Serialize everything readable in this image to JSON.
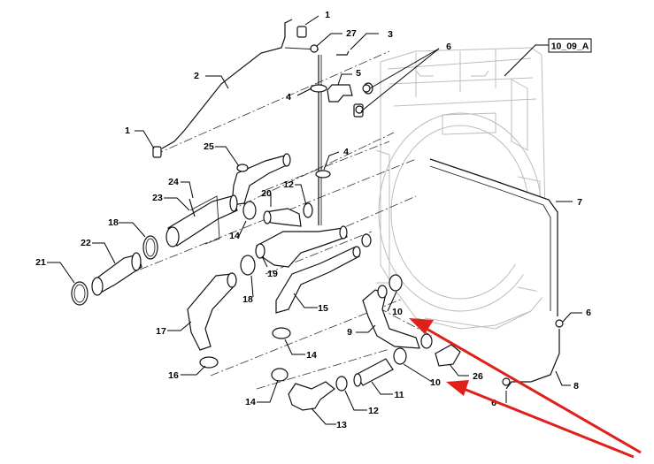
{
  "reference_box": "10_09_A",
  "callouts": [
    "1",
    "27",
    "3",
    "2",
    "6",
    "5",
    "4",
    "1",
    "25",
    "4",
    "24",
    "23",
    "12",
    "20",
    "18",
    "14",
    "22",
    "21",
    "7",
    "19",
    "18",
    "15",
    "6",
    "17",
    "9",
    "10",
    "14",
    "16",
    "26",
    "10",
    "11",
    "8",
    "14",
    "12",
    "6",
    "13"
  ],
  "highlight_color": "#e0201b"
}
